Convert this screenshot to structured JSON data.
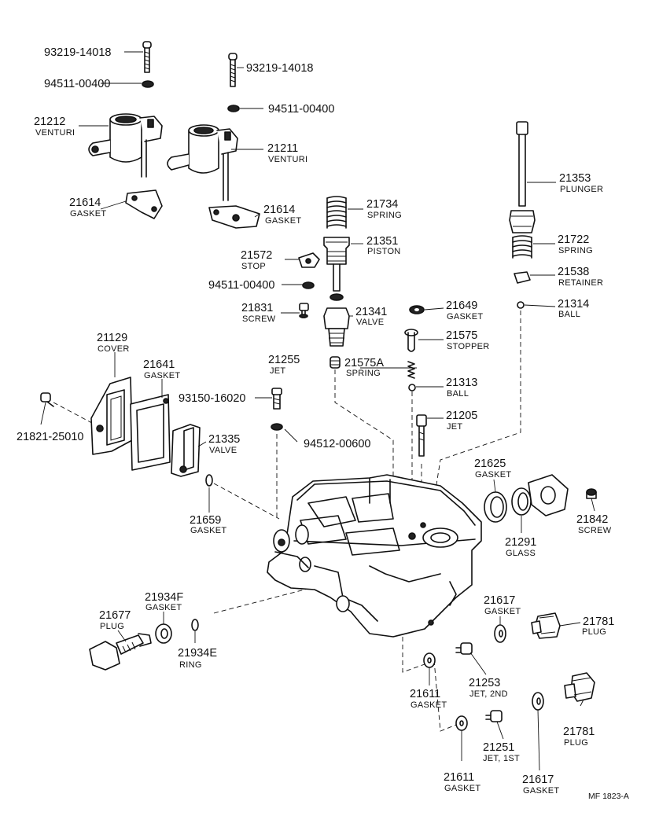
{
  "figure": {
    "reference": "MF 1823-A"
  },
  "labels": {
    "screw_93219_left": {
      "num": "93219-14018",
      "name": ""
    },
    "washer_94511_left": {
      "num": "94511-00400",
      "name": ""
    },
    "screw_93219_right": {
      "num": "93219-14018",
      "name": ""
    },
    "washer_94511_right": {
      "num": "94511-00400",
      "name": ""
    },
    "venturi_21212": {
      "num": "21212",
      "name": "VENTURI"
    },
    "venturi_21211": {
      "num": "21211",
      "name": "VENTURI"
    },
    "gasket_21614_left": {
      "num": "21614",
      "name": "GASKET"
    },
    "gasket_21614_right": {
      "num": "21614",
      "name": "GASKET"
    },
    "spring_21734": {
      "num": "21734",
      "name": "SPRING"
    },
    "piston_21351": {
      "num": "21351",
      "name": "PISTON"
    },
    "stop_21572": {
      "num": "21572",
      "name": "STOP"
    },
    "washer_94511_mid": {
      "num": "94511-00400",
      "name": ""
    },
    "screw_21831": {
      "num": "21831",
      "name": "SCREW"
    },
    "valve_21341": {
      "num": "21341",
      "name": "VALVE"
    },
    "plunger_21353": {
      "num": "21353",
      "name": "PLUNGER"
    },
    "spring_21722": {
      "num": "21722",
      "name": "SPRING"
    },
    "retainer_21538": {
      "num": "21538",
      "name": "RETAINER"
    },
    "ball_21314": {
      "num": "21314",
      "name": "BALL"
    },
    "gasket_21649": {
      "num": "21649",
      "name": "GASKET"
    },
    "stopper_21575": {
      "num": "21575",
      "name": "STOPPER"
    },
    "jet_21255": {
      "num": "21255",
      "name": "JET"
    },
    "spring_21575a": {
      "num": "21575A",
      "name": "SPRING"
    },
    "ball_21313": {
      "num": "21313",
      "name": "BALL"
    },
    "jet_21205": {
      "num": "21205",
      "name": "JET"
    },
    "cover_21129": {
      "num": "21129",
      "name": "COVER"
    },
    "gasket_21641": {
      "num": "21641",
      "name": "GASKET"
    },
    "screw_93150": {
      "num": "93150-16020",
      "name": ""
    },
    "washer_94512": {
      "num": "94512-00600",
      "name": ""
    },
    "valve_21335": {
      "num": "21335",
      "name": "VALVE"
    },
    "screw_21821": {
      "num": "21821-25010",
      "name": ""
    },
    "gasket_21659": {
      "num": "21659",
      "name": "GASKET"
    },
    "gasket_21625": {
      "num": "21625",
      "name": "GASKET"
    },
    "glass_21291": {
      "num": "21291",
      "name": "GLASS"
    },
    "screw_21842": {
      "num": "21842",
      "name": "SCREW"
    },
    "gasket_21934f": {
      "num": "21934F",
      "name": "GASKET"
    },
    "plug_21677": {
      "num": "21677",
      "name": "PLUG"
    },
    "ring_21934e": {
      "num": "21934E",
      "name": "RING"
    },
    "gasket_21617_upper": {
      "num": "21617",
      "name": "GASKET"
    },
    "plug_21781_upper": {
      "num": "21781",
      "name": "PLUG"
    },
    "jet_21253": {
      "num": "21253",
      "name": "JET, 2ND"
    },
    "gasket_21611_upper": {
      "num": "21611",
      "name": "GASKET"
    },
    "plug_21781_lower": {
      "num": "21781",
      "name": "PLUG"
    },
    "jet_21251": {
      "num": "21251",
      "name": "JET, 1ST"
    },
    "gasket_21611_lower": {
      "num": "21611",
      "name": "GASKET"
    },
    "gasket_21617_lower": {
      "num": "21617",
      "name": "GASKET"
    }
  }
}
